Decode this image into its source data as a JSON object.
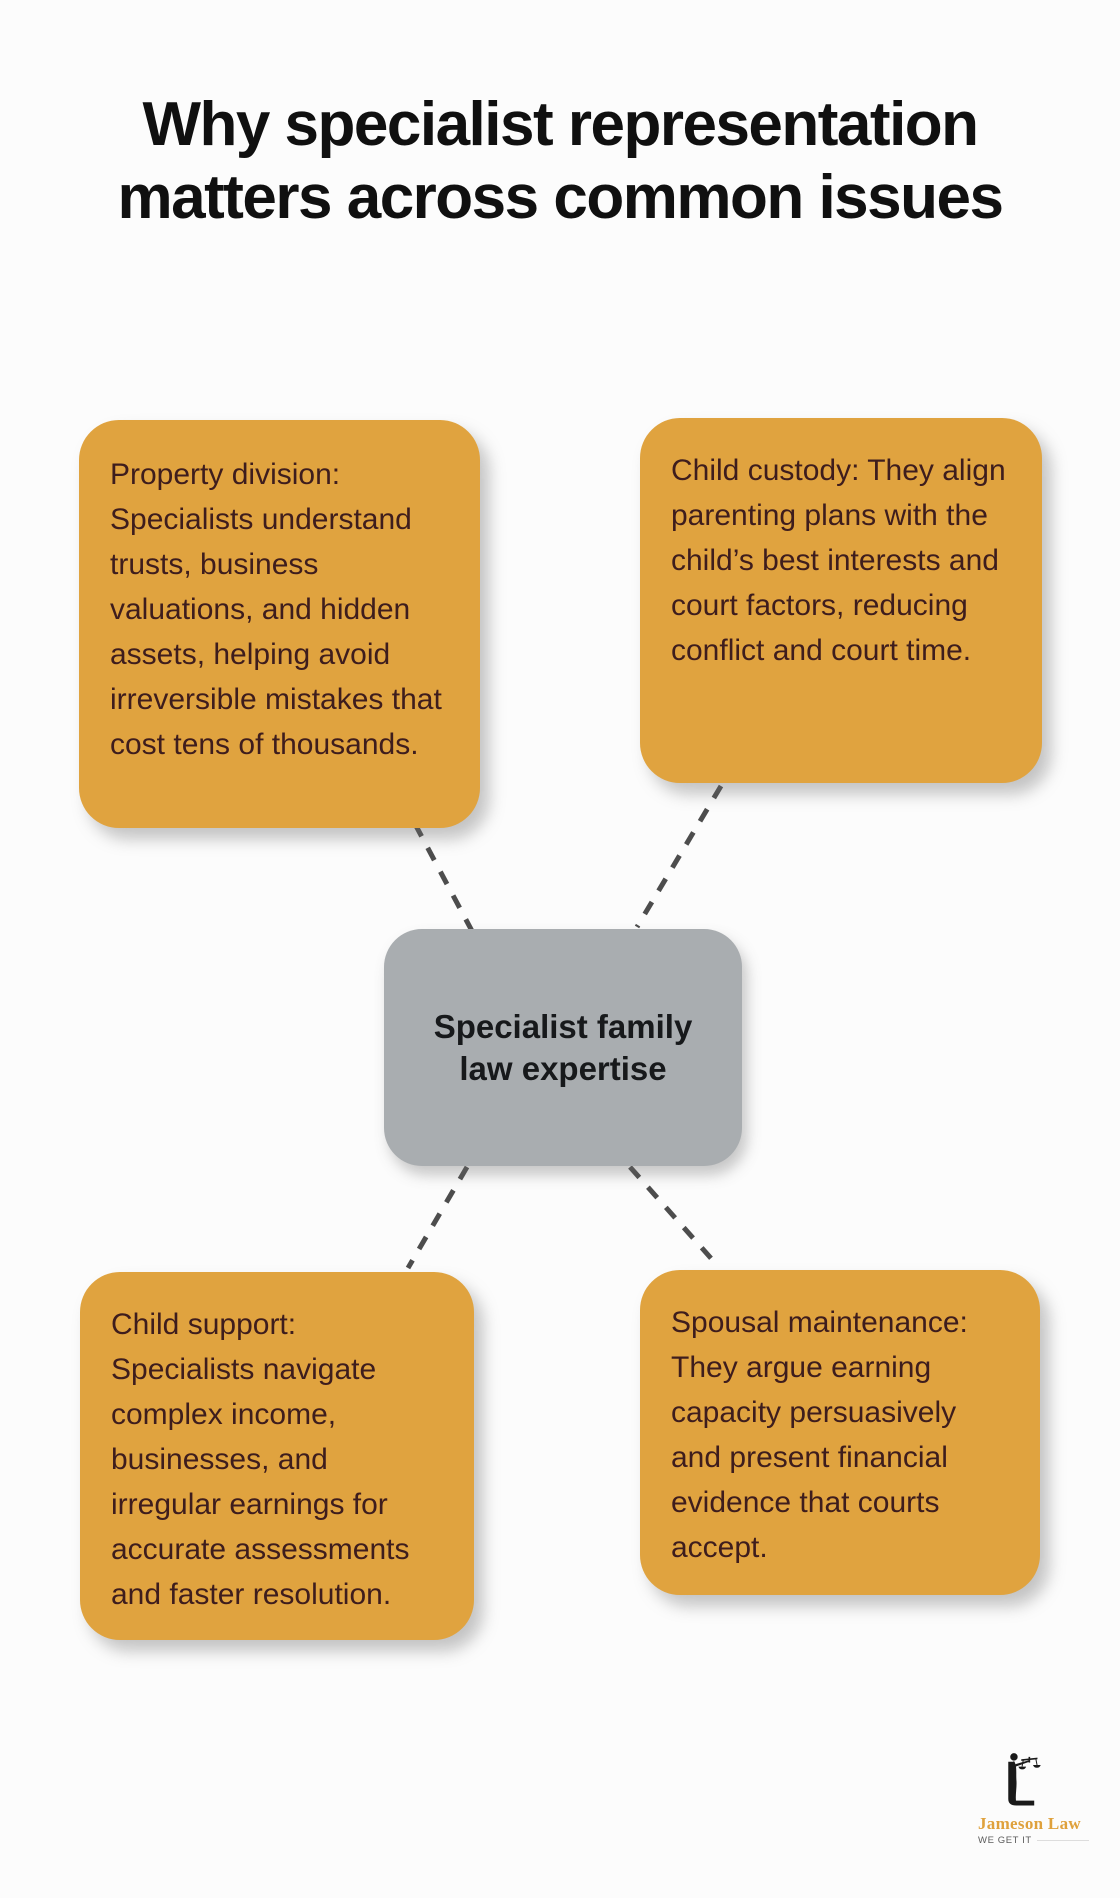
{
  "title": {
    "line1": "Why specialist representation",
    "line2": "matters across common issues"
  },
  "center_node": {
    "label": "Specialist family law expertise"
  },
  "nodes": [
    {
      "id": "property-division",
      "text": "Property division: Specialists understand trusts, business valuations, and hidden assets, helping avoid irreversible mistakes that cost tens of thousands."
    },
    {
      "id": "child-custody",
      "text": "Child custody: They align parenting plans with the child’s best interests and court factors, reducing conflict and court time."
    },
    {
      "id": "child-support",
      "text": "Child support: Specialists navigate complex income, businesses, and irregular earnings for accurate assessments and faster resolution."
    },
    {
      "id": "spousal-maintenance",
      "text": "Spousal maintenance: They argue earning capacity persuasively and present financial evidence that courts accept."
    }
  ],
  "logo": {
    "brand": "Jameson Law",
    "tagline": "WE GET IT"
  },
  "colors": {
    "node_fill": "#e0a33f",
    "node_text": "#3e1d1d",
    "center_fill": "#a9adb0",
    "center_text": "#17191b",
    "connector": "#4d4d4d",
    "title_text": "#101010",
    "brand_gold": "#dfa13c",
    "background": "#fcfcfc"
  }
}
